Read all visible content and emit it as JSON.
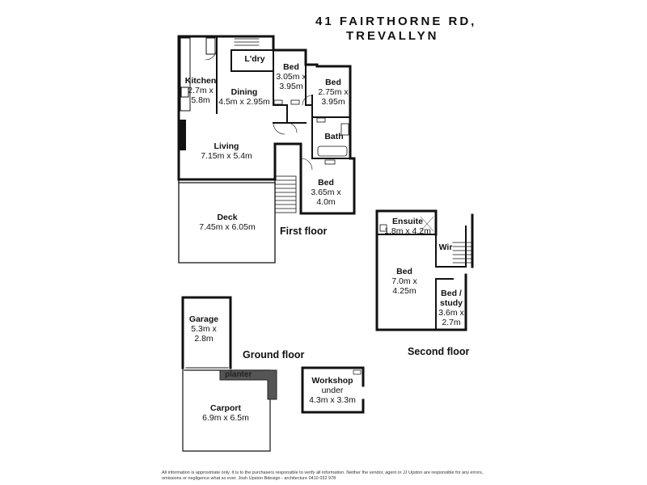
{
  "address": {
    "line1": "41 FAIRTHORNE RD,",
    "line2": "TREVALLYN"
  },
  "rooms": {
    "kitchen": {
      "name": "Kitchen",
      "dims": "2.7m x",
      "dims2": "5.8m"
    },
    "laundry": {
      "name": "L'dry"
    },
    "dining": {
      "name": "Dining",
      "dims": "4.5m x 2.95m"
    },
    "bed1": {
      "name": "Bed",
      "dims": "3.05m x",
      "dims2": "3.95m"
    },
    "bed2": {
      "name": "Bed",
      "dims": "2.75m x",
      "dims2": "3.95m"
    },
    "bath": {
      "name": "Bath"
    },
    "living": {
      "name": "Living",
      "dims": "7.15m x 5.4m"
    },
    "bed3": {
      "name": "Bed",
      "dims": "3.65m x",
      "dims2": "4.0m"
    },
    "deck": {
      "name": "Deck",
      "dims": "7.45m x 6.05m"
    },
    "ensuite": {
      "name": "Ensuite",
      "dims": "1.8m x 4.2m"
    },
    "wir": {
      "name": "Wir"
    },
    "bed4": {
      "name": "Bed",
      "dims": "7.0m x",
      "dims2": "4.25m"
    },
    "bedstudy": {
      "name": "Bed /",
      "name2": "study",
      "dims": "3.6m x",
      "dims2": "2.7m"
    },
    "garage": {
      "name": "Garage",
      "dims": "5.3m x",
      "dims2": "2.8m"
    },
    "carport": {
      "name": "Carport",
      "dims": "6.9m x 6.5m"
    },
    "workshop": {
      "name": "Workshop",
      "name2": "under",
      "dims": "4.3m x 3.3m"
    },
    "planter": "planter"
  },
  "floors": {
    "first": "First floor",
    "second": "Second floor",
    "ground": "Ground floor"
  },
  "disclaimer": "All information is approximate only. It is to the purchasers responsible to verify all information. Neither the vendor, agent or JJ Upston are responsible for any errors, omissions or negligence what so ever. Josh Upston Bdesign - architecture 0410 032 978"
}
